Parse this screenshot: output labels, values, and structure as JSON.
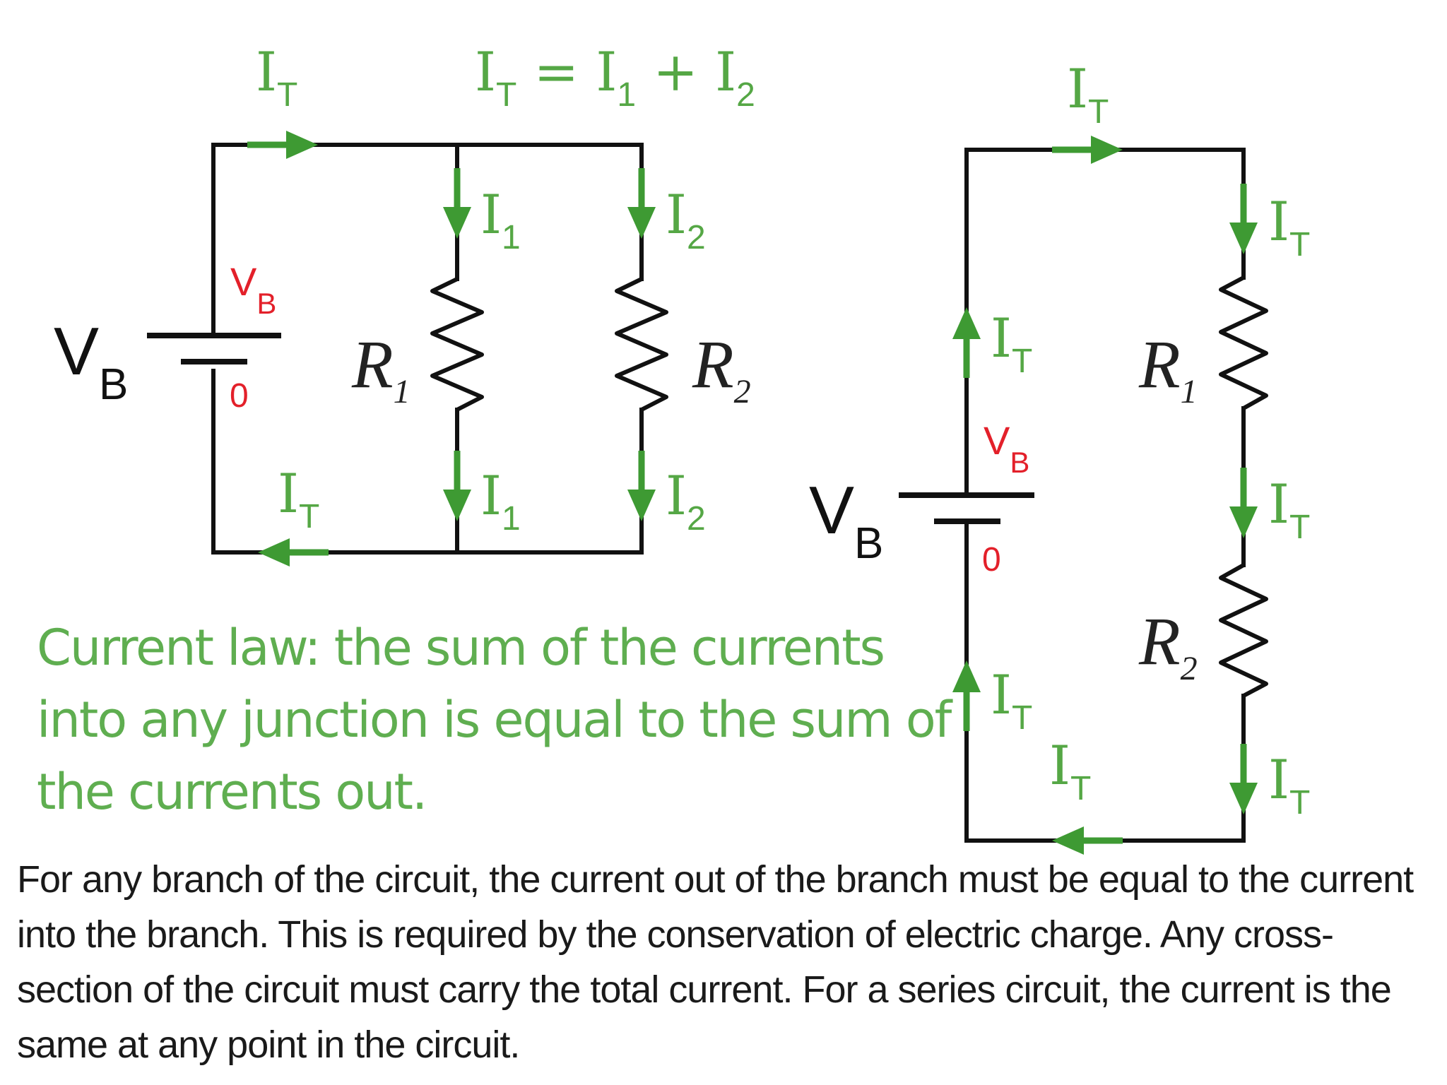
{
  "labels": {
    "total_current": "I",
    "total_sub": "T",
    "branch1": "I",
    "branch1_sub": "1",
    "branch2": "I",
    "branch2_sub": "2",
    "equation_lhs_sub": "T",
    "equation_mid": " = I",
    "equation_mid_sub": "1",
    "equation_plus": " + I",
    "equation_end_sub": "2",
    "resistor": "R",
    "r1_sub": "1",
    "r2_sub": "2",
    "battery": "V",
    "battery_sub": "B",
    "terminal_zero": "0"
  },
  "current_law": "Current law: the sum of the currents into any junction is equal to the sum of the currents out.",
  "explanation": "For any branch of the circuit, the current out of the branch must be equal to the current into the branch. This is required by the conservation of electric charge.  Any cross-section of the circuit must carry the total current. For a series circuit, the current is the same at any point in the circuit.",
  "colors": {
    "current": "#55a745",
    "battery_label": "#e3202a",
    "wire": "#111111"
  }
}
